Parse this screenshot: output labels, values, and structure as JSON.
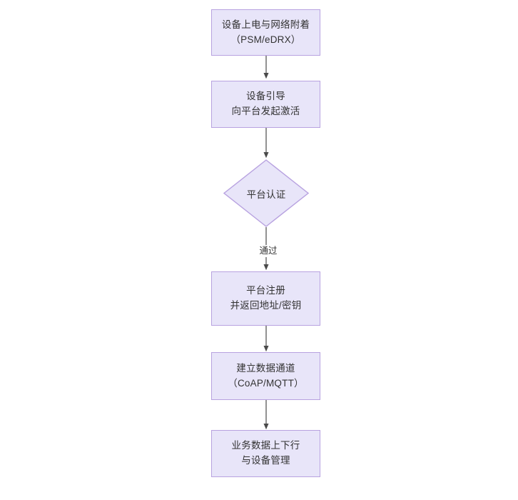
{
  "diagram": {
    "type": "flowchart",
    "orientation": "top-to-bottom",
    "theme": {
      "node_fill": "#e8e5f9",
      "node_border": "#b8a2e0",
      "text_color": "#333333",
      "connector_color": "#4a4a4a",
      "background": "#ffffff"
    },
    "nodes": [
      {
        "id": "node-power-on",
        "shape": "rectangle",
        "line1": "设备上电与网络附着",
        "line2": "（PSM/eDRX）"
      },
      {
        "id": "node-bootstrap",
        "shape": "rectangle",
        "line1": "设备引导",
        "line2": "向平台发起激活"
      },
      {
        "id": "node-auth",
        "shape": "diamond",
        "line1": "平台认证",
        "line2": ""
      },
      {
        "id": "node-register",
        "shape": "rectangle",
        "line1": "平台注册",
        "line2": "并返回地址/密钥"
      },
      {
        "id": "node-channel",
        "shape": "rectangle",
        "line1": "建立数据通道",
        "line2": "（CoAP/MQTT）"
      },
      {
        "id": "node-data",
        "shape": "rectangle",
        "line1": "业务数据上下行",
        "line2": "与设备管理"
      }
    ],
    "edges": [
      {
        "id": "edge-1",
        "from": "node-power-on",
        "to": "node-bootstrap",
        "label": ""
      },
      {
        "id": "edge-2",
        "from": "node-bootstrap",
        "to": "node-auth",
        "label": ""
      },
      {
        "id": "edge-3",
        "from": "node-auth",
        "to": "node-register",
        "label": "通过"
      },
      {
        "id": "edge-4",
        "from": "node-register",
        "to": "node-channel",
        "label": ""
      },
      {
        "id": "edge-5",
        "from": "node-channel",
        "to": "node-data",
        "label": ""
      }
    ]
  }
}
